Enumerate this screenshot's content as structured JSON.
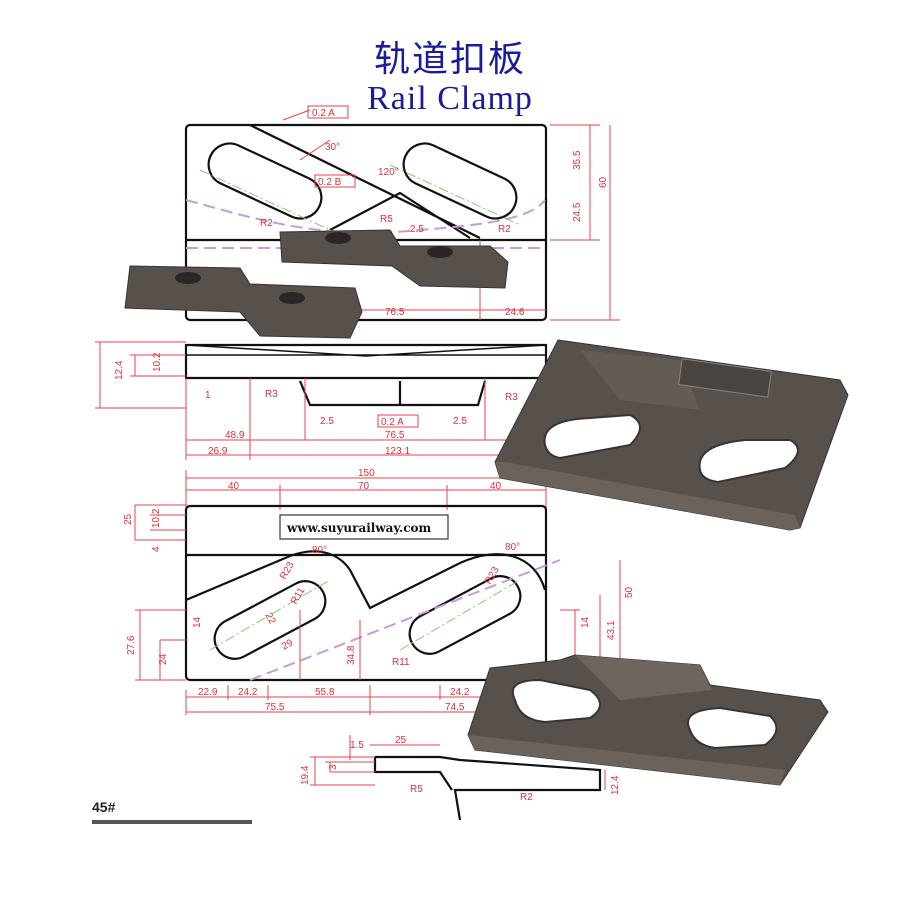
{
  "title_cn": "轨道扣板",
  "title_en": "Rail Clamp",
  "website": "www.suyurailway.com",
  "material": "45#",
  "top_view_dims": {
    "flatness_1": "0.2 A",
    "flatness_2": "0.2 B",
    "angle_30": "30°",
    "angle_120": "120°",
    "r5": "R5",
    "r2_left": "R2",
    "r2_right": "R2",
    "gap": "2.5",
    "h_35_5": "35.5",
    "h_24_5": "24.5",
    "h_60": "60",
    "w_76_5": "76.5",
    "w_24_6": "24.6"
  },
  "side_view_dims": {
    "h_12_4": "12.4",
    "h_10_2": "10.2",
    "h_1": "1",
    "r3_left": "R3",
    "r3_right": "R3",
    "gap_left": "2.5",
    "gap_right": "2.5",
    "flatness": "0.2 A",
    "w_48_9": "48.9",
    "w_76_5": "76.5",
    "w_26_9": "26.9",
    "w_123_1": "123.1"
  },
  "bottom_view_dims": {
    "w_150": "150",
    "w_40_left": "40",
    "w_70": "70",
    "w_40_right": "40",
    "h_25": "25",
    "h_10_2": "10.2",
    "h_4": "4",
    "angle_left": "80°",
    "angle_right": "80°",
    "r23_left": "R23",
    "r23_right": "R23",
    "r11_left": "R11",
    "r11_right": "R11",
    "slot_22": "22",
    "slot_29": "29",
    "h_14_left": "14",
    "h_14_right": "14",
    "h_27_6": "27.6",
    "h_24": "24",
    "h_34_8": "34.8",
    "h_43_1": "43.1",
    "h_50": "50",
    "w_22_9": "22.9",
    "w_24_2_left": "24.2",
    "w_55_8": "55.8",
    "w_24_2_right": "24.2",
    "w_75_5": "75.5",
    "w_74_5": "74.5"
  },
  "section_dims": {
    "w_1_5": "1.5",
    "w_25": "25",
    "h_19_4": "19.4",
    "h_3": "3",
    "r5": "R5",
    "r2": "R2",
    "h_12_4": "12.4"
  }
}
